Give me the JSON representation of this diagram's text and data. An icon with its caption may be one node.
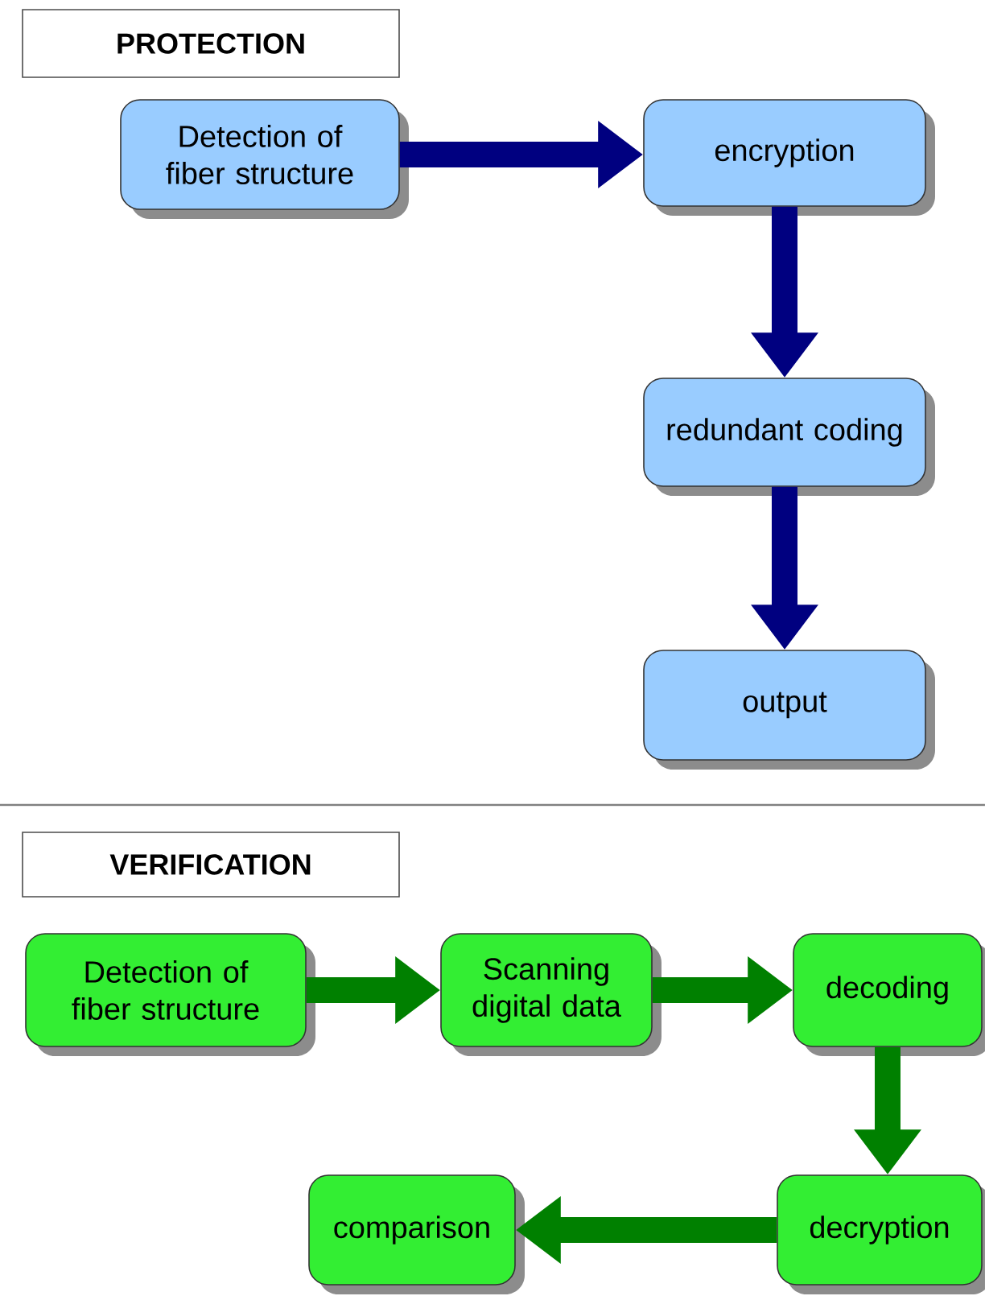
{
  "diagram": {
    "nodes": [
      {
        "text": [
          "PROTECTION"
        ]
      },
      {
        "text": [
          "Detection of fiber structure"
        ]
      },
      {
        "text": [
          "encryption"
        ]
      },
      {
        "text": [
          "redundant coding"
        ]
      },
      {
        "text": [
          "output"
        ]
      },
      {
        "text": [
          "VERIFICATION"
        ]
      },
      {
        "text": [
          "Detection of fiber structure"
        ]
      },
      {
        "text": [
          "Scanning digital data"
        ]
      },
      {
        "text": [
          "decoding"
        ]
      },
      {
        "text": [
          "decryption"
        ]
      },
      {
        "text": [
          "comparison"
        ]
      }
    ],
    "edges": [
      {
        "from": 1,
        "to": 2,
        "arrow": "to",
        "color": "#000080"
      },
      {
        "from": 2,
        "to": 3,
        "arrow": "to",
        "color": "#000080"
      },
      {
        "from": 3,
        "to": 4,
        "arrow": "to",
        "color": "#000080"
      },
      {
        "from": 6,
        "to": 7,
        "arrow": "to",
        "color": "#008000"
      },
      {
        "from": 7,
        "to": 8,
        "arrow": "to",
        "color": "#008000"
      },
      {
        "from": 8,
        "to": 9,
        "arrow": "to",
        "color": "#008000"
      },
      {
        "from": 9,
        "to": 10,
        "arrow": "to",
        "color": "#008000"
      }
    ]
  }
}
